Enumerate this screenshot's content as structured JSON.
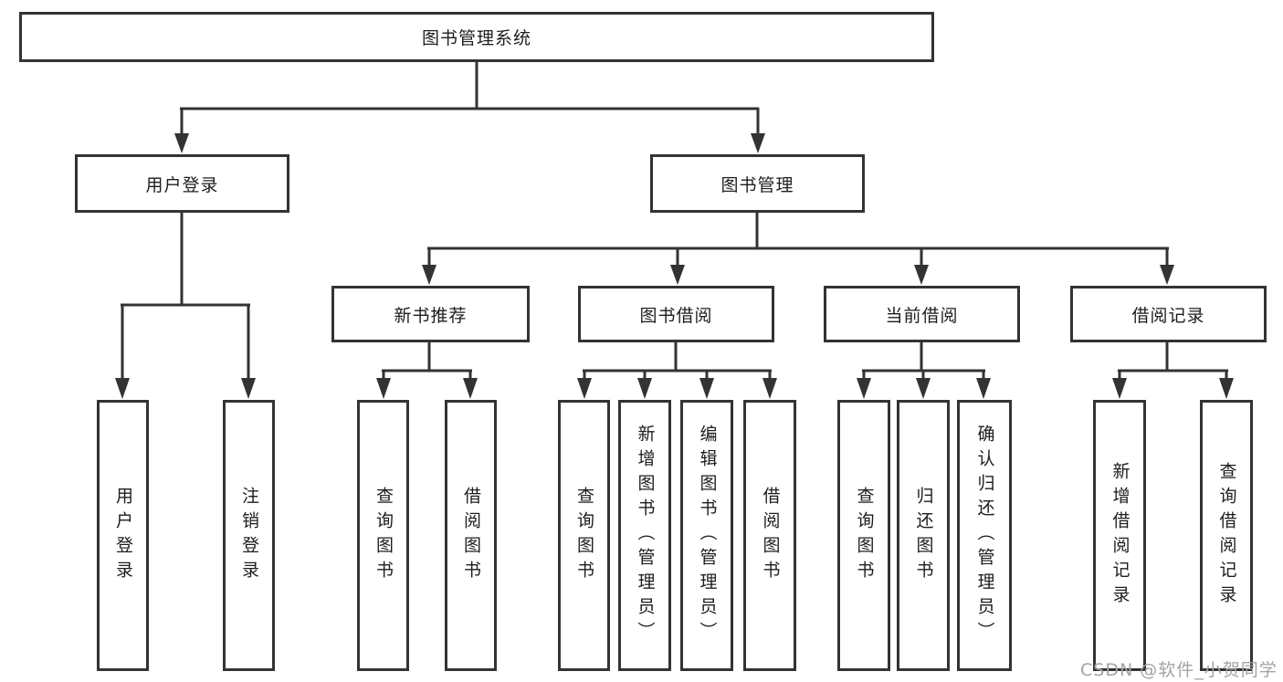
{
  "diagram": {
    "root_label": "图书管理系统",
    "level2": [
      {
        "label": "用户登录",
        "children": [
          {
            "label": "用户登录"
          },
          {
            "label": "注销登录"
          }
        ]
      },
      {
        "label": "图书管理",
        "children": [
          {
            "label": "新书推荐",
            "children": [
              {
                "label": "查询图书"
              },
              {
                "label": "借阅图书"
              }
            ]
          },
          {
            "label": "图书借阅",
            "children": [
              {
                "label": "查询图书"
              },
              {
                "label": "新增图书（管理员）"
              },
              {
                "label": "编辑图书（管理员）"
              },
              {
                "label": "借阅图书"
              }
            ]
          },
          {
            "label": "当前借阅",
            "children": [
              {
                "label": "查询图书"
              },
              {
                "label": "归还图书"
              },
              {
                "label": "确认归还（管理员）"
              }
            ]
          },
          {
            "label": "借阅记录",
            "children": [
              {
                "label": "新增借阅记录"
              },
              {
                "label": "查询借阅记录"
              }
            ]
          }
        ]
      }
    ]
  },
  "watermark": {
    "text": "CSDN @软件_小贺同学"
  },
  "colors": {
    "line": "#333333",
    "text": "#1d1d1d",
    "background": "#ffffff",
    "watermark": "#a3a3a3"
  }
}
